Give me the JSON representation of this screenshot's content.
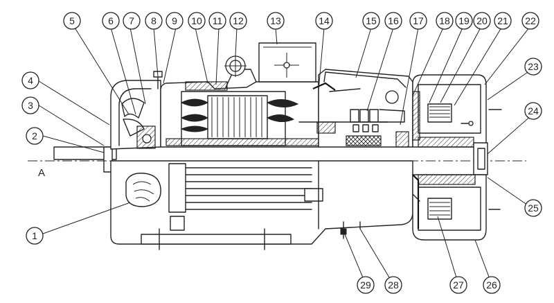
{
  "axis_label": "A",
  "callouts": [
    {
      "n": "1"
    },
    {
      "n": "2"
    },
    {
      "n": "3"
    },
    {
      "n": "4"
    },
    {
      "n": "5"
    },
    {
      "n": "6"
    },
    {
      "n": "7"
    },
    {
      "n": "8"
    },
    {
      "n": "9"
    },
    {
      "n": "10"
    },
    {
      "n": "11"
    },
    {
      "n": "12"
    },
    {
      "n": "13"
    },
    {
      "n": "14"
    },
    {
      "n": "15"
    },
    {
      "n": "16"
    },
    {
      "n": "17"
    },
    {
      "n": "18"
    },
    {
      "n": "19"
    },
    {
      "n": "20"
    },
    {
      "n": "21"
    },
    {
      "n": "22"
    },
    {
      "n": "23"
    },
    {
      "n": "24"
    },
    {
      "n": "25"
    },
    {
      "n": "26"
    },
    {
      "n": "27"
    },
    {
      "n": "28"
    },
    {
      "n": "29"
    }
  ]
}
